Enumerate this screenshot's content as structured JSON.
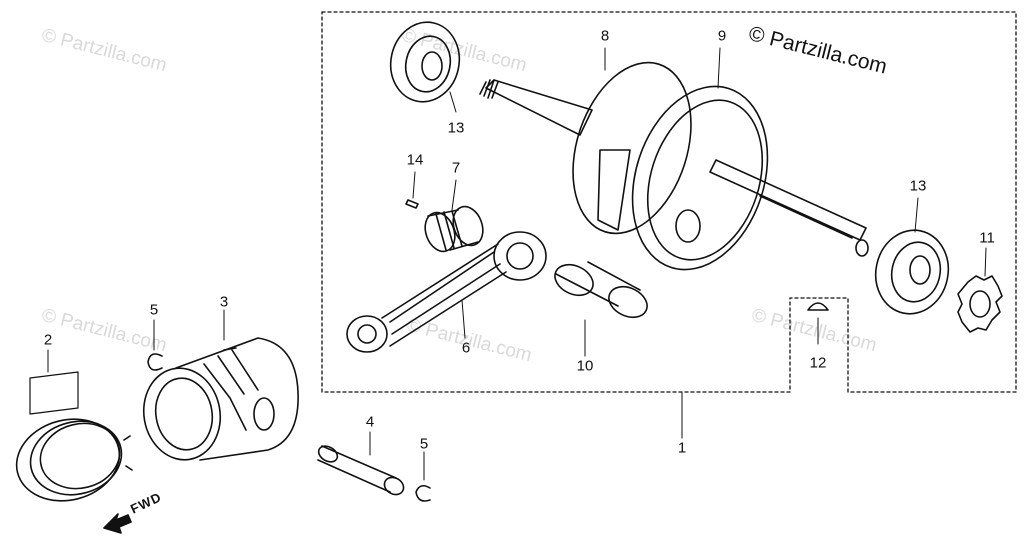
{
  "copyright": "© Partzilla.com",
  "watermark": "© Partzilla.com",
  "fwd_label": "FWD",
  "callouts": {
    "p1": "1",
    "p2": "2",
    "p3": "3",
    "p4": "4",
    "p5a": "5",
    "p5b": "5",
    "p6": "6",
    "p7": "7",
    "p8": "8",
    "p9": "9",
    "p10": "10",
    "p11": "11",
    "p12": "12",
    "p13a": "13",
    "p13b": "13",
    "p14": "14"
  },
  "colors": {
    "ink": "#111111",
    "watermark": "#d9d9d9",
    "background": "#ffffff"
  }
}
